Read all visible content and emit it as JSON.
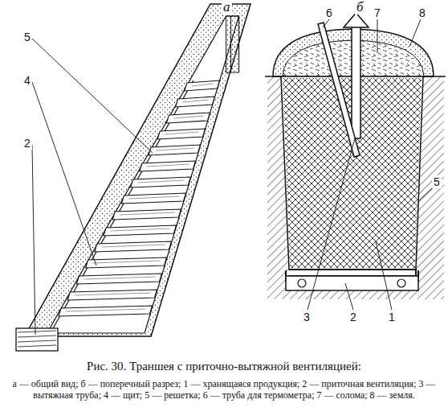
{
  "diagram": {
    "caption": "Рис. 30. Траншея с приточно-вытяжной вентиляцией:",
    "labels": [
      "а",
      "б",
      "5",
      "4",
      "2",
      "6",
      "7",
      "8",
      "5",
      "3",
      "2",
      "1",
      "а — общий вид; б — поперечный разрез; 1 — хранящаяся продукция; 2 — приточная вентиляция; 3 — вытяжная труба; 4 — щит; 5 — решетка; 6 — труба для термометра; 7 — солома; 8 — земля."
    ]
  }
}
